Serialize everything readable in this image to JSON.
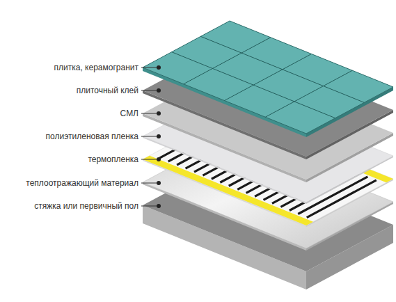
{
  "diagram": {
    "labels": [
      "плитка, керамогранит",
      "плиточный клей",
      "СМЛ",
      "полиэтиленовая пленка",
      "термопленка",
      "теплоотражающий материал",
      "стяжка или первичный пол"
    ]
  }
}
